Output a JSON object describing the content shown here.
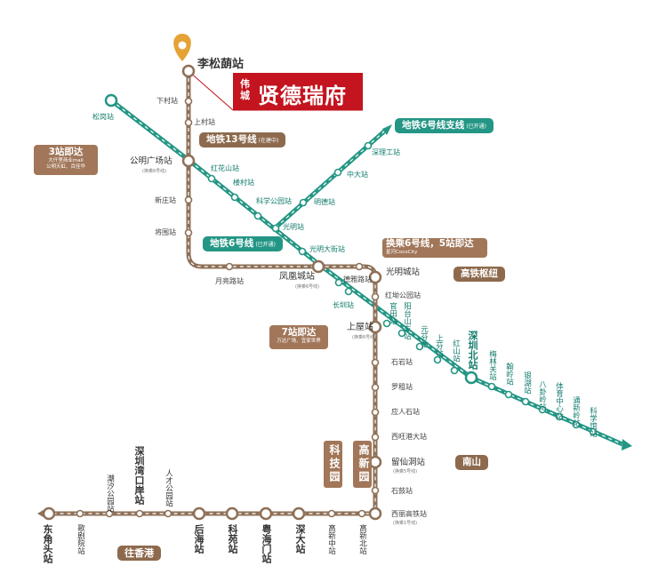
{
  "top_station": "李松蓢站",
  "brand": {
    "prefix": "伟城",
    "name": "贤德瑞府"
  },
  "line13": {
    "label": "地铁13号线",
    "status": "(在建中)",
    "stations": [
      "下村站",
      "上村站",
      "新庄站",
      "将围站"
    ],
    "gongming": "公明广场站",
    "gongming_sub": "(换乘6号线)"
  },
  "line6": {
    "label": "地铁6号线",
    "status": "(已开通)",
    "stations": [
      "松岗站",
      "红花山站",
      "楼村站",
      "科学公园站",
      "光明站",
      "光明大街站",
      "长圳站"
    ],
    "vert_stations": [
      "官田站",
      "阳台山东站",
      "元芬站",
      "上芬站",
      "红山站",
      "梅林关站",
      "翰岭站",
      "银湖站",
      "八卦岭站",
      "体育中心站",
      "通新岭站",
      "科学馆站"
    ],
    "shenzhen_north": "深圳北站",
    "branch_label": "地铁6号线支线",
    "branch_status": "(已开通)",
    "branch_stations": [
      "深理工站",
      "中大站",
      "明德站"
    ]
  },
  "transfer_note": {
    "title": "换乘6号线，5站即达",
    "sub": "星河CocoCity"
  },
  "badges": {
    "three": {
      "title": "3站即达",
      "lines": [
        "大仟里商业mall",
        "公明天虹、百佳华"
      ]
    },
    "seven": {
      "title": "7站即达",
      "lines": [
        "万达广场、宜家世界"
      ]
    }
  },
  "middle": {
    "yuejing": "月亮路站",
    "fenghuang": "凤凰城站",
    "fenghuang_sub": "(换乘6号线)",
    "deya": "德雅路站",
    "guangmingcheng": "光明城站",
    "hub": "高铁枢纽",
    "hongcheng": "红坳公园站",
    "shangwu": "上屋站",
    "shangwu_sub": "(换乘6号线)"
  },
  "south": {
    "stations": [
      "石岩站",
      "罗租站",
      "应人石站",
      "西旺港大站",
      "石鼓站"
    ],
    "liuxiandong": "留仙洞站",
    "liuxiandong_sub": "(换乘5号线)",
    "nanshan": "南山",
    "xili": "西丽高铁站",
    "xili_sub": "(换乘1号线)"
  },
  "bottom": {
    "stations": [
      "东角头站",
      "歌剧院站",
      "潮汐公园站",
      "深圳湾口岸站",
      "人才公园站",
      "后海站",
      "科苑站",
      "粤海门站",
      "深大站",
      "高新中站",
      "高新北站"
    ],
    "hk_button": "往香港",
    "keji": "科技园",
    "gaoxin": "高新园"
  },
  "colors": {
    "line13": "#8e7057",
    "line6": "#249685",
    "brand": "#c3141f"
  }
}
